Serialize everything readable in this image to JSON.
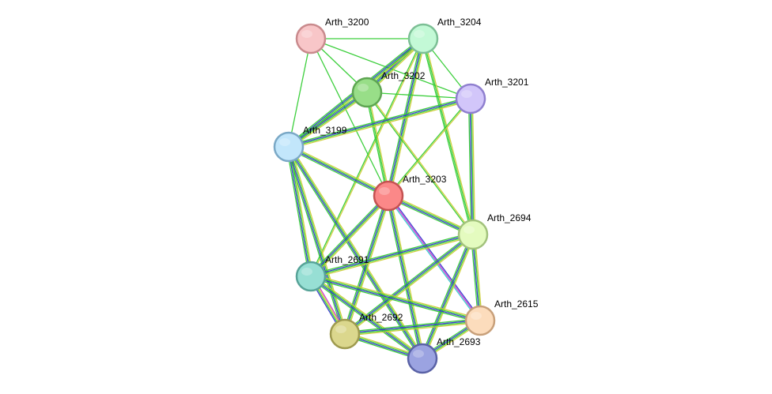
{
  "network": {
    "nodes": [
      {
        "id": "Arth_3200",
        "label": "Arth_3200",
        "fill": "#f8c6c8",
        "stroke": "#c98a8d"
      },
      {
        "id": "Arth_3204",
        "label": "Arth_3204",
        "fill": "#c3f9d6",
        "stroke": "#7cbf95"
      },
      {
        "id": "Arth_3202",
        "label": "Arth_3202",
        "fill": "#98de88",
        "stroke": "#5ea552"
      },
      {
        "id": "Arth_3201",
        "label": "Arth_3201",
        "fill": "#d2c6fa",
        "stroke": "#8f7fcf"
      },
      {
        "id": "Arth_3199",
        "label": "Arth_3199",
        "fill": "#c2e6fb",
        "stroke": "#7aa8c6"
      },
      {
        "id": "Arth_3203",
        "label": "Arth_3203",
        "fill": "#fb8888",
        "stroke": "#c45252"
      },
      {
        "id": "Arth_2694",
        "label": "Arth_2694",
        "fill": "#e4fbbf",
        "stroke": "#a2c27c"
      },
      {
        "id": "Arth_2691",
        "label": "Arth_2691",
        "fill": "#97dfd4",
        "stroke": "#57a398"
      },
      {
        "id": "Arth_2615",
        "label": "Arth_2615",
        "fill": "#fcdcbc",
        "stroke": "#c8a07a"
      },
      {
        "id": "Arth_2692",
        "label": "Arth_2692",
        "fill": "#dbd78d",
        "stroke": "#9e9a4e"
      },
      {
        "id": "Arth_2693",
        "label": "Arth_2693",
        "fill": "#9ba3e1",
        "stroke": "#5a62a6"
      }
    ],
    "edges": [
      {
        "s": "Arth_3200",
        "t": "Arth_3204",
        "colors": [
          "#33cc33"
        ]
      },
      {
        "s": "Arth_3200",
        "t": "Arth_3202",
        "colors": [
          "#33cc33"
        ]
      },
      {
        "s": "Arth_3200",
        "t": "Arth_3201",
        "colors": [
          "#33cc33"
        ]
      },
      {
        "s": "Arth_3200",
        "t": "Arth_3199",
        "colors": [
          "#33cc33"
        ]
      },
      {
        "s": "Arth_3200",
        "t": "Arth_3203",
        "colors": [
          "#33cc33"
        ]
      },
      {
        "s": "Arth_3204",
        "t": "Arth_3202",
        "colors": [
          "#cccc33",
          "#33cc33",
          "#3333cc",
          "#33cc33"
        ]
      },
      {
        "s": "Arth_3204",
        "t": "Arth_3199",
        "colors": [
          "#cccc33",
          "#33cc33",
          "#3333cc",
          "#33cc33"
        ]
      },
      {
        "s": "Arth_3204",
        "t": "Arth_3201",
        "colors": [
          "#33cc33"
        ]
      },
      {
        "s": "Arth_3204",
        "t": "Arth_3203",
        "colors": [
          "#cccc33",
          "#33cc33",
          "#3333cc",
          "#33cc33"
        ]
      },
      {
        "s": "Arth_3204",
        "t": "Arth_2694",
        "colors": [
          "#cccc33",
          "#33cc33",
          "#33cc33"
        ]
      },
      {
        "s": "Arth_3204",
        "t": "Arth_2691",
        "colors": [
          "#cccc33",
          "#33cc33"
        ]
      },
      {
        "s": "Arth_3202",
        "t": "Arth_3201",
        "colors": [
          "#33cc33"
        ]
      },
      {
        "s": "Arth_3202",
        "t": "Arth_3199",
        "colors": [
          "#cccc33",
          "#33cc33",
          "#3333cc",
          "#33cc33"
        ]
      },
      {
        "s": "Arth_3202",
        "t": "Arth_3203",
        "colors": [
          "#cccc33",
          "#33cc33",
          "#33cc33"
        ]
      },
      {
        "s": "Arth_3202",
        "t": "Arth_2694",
        "colors": [
          "#cccc33",
          "#33cc33"
        ]
      },
      {
        "s": "Arth_3201",
        "t": "Arth_3199",
        "colors": [
          "#cccc33",
          "#33cc33",
          "#3333cc",
          "#33cc33"
        ]
      },
      {
        "s": "Arth_3201",
        "t": "Arth_3203",
        "colors": [
          "#cccc33",
          "#33cc33"
        ]
      },
      {
        "s": "Arth_3201",
        "t": "Arth_2694",
        "colors": [
          "#cccc33",
          "#33cc33",
          "#3333cc",
          "#33cc33"
        ]
      },
      {
        "s": "Arth_3199",
        "t": "Arth_3203",
        "colors": [
          "#cccc33",
          "#33cc33",
          "#3333cc",
          "#33cc33"
        ]
      },
      {
        "s": "Arth_3199",
        "t": "Arth_2691",
        "colors": [
          "#cccc33",
          "#33cc33",
          "#3333cc",
          "#33cc33"
        ]
      },
      {
        "s": "Arth_3199",
        "t": "Arth_2692",
        "colors": [
          "#cccc33",
          "#33cc33",
          "#3333cc",
          "#33cc33"
        ]
      },
      {
        "s": "Arth_3199",
        "t": "Arth_2693",
        "colors": [
          "#cccc33",
          "#33cc33",
          "#3333cc",
          "#33cc33"
        ]
      },
      {
        "s": "Arth_3203",
        "t": "Arth_2694",
        "colors": [
          "#cccc33",
          "#33cc33",
          "#3333cc",
          "#33cc33"
        ]
      },
      {
        "s": "Arth_3203",
        "t": "Arth_2691",
        "colors": [
          "#cccc33",
          "#33cc33",
          "#3333cc",
          "#33cc33"
        ]
      },
      {
        "s": "Arth_3203",
        "t": "Arth_2615",
        "colors": [
          "#3333cc",
          "#cc33cc",
          "#33cccc"
        ]
      },
      {
        "s": "Arth_3203",
        "t": "Arth_2692",
        "colors": [
          "#cccc33",
          "#33cc33",
          "#3333cc",
          "#33cc33"
        ]
      },
      {
        "s": "Arth_3203",
        "t": "Arth_2693",
        "colors": [
          "#cccc33",
          "#33cc33",
          "#3333cc",
          "#33cc33"
        ]
      },
      {
        "s": "Arth_2694",
        "t": "Arth_2691",
        "colors": [
          "#cccc33",
          "#33cc33",
          "#3333cc",
          "#33cc33"
        ]
      },
      {
        "s": "Arth_2694",
        "t": "Arth_2615",
        "colors": [
          "#cccc33",
          "#33cc33",
          "#3333cc",
          "#33cc33"
        ]
      },
      {
        "s": "Arth_2694",
        "t": "Arth_2692",
        "colors": [
          "#cccc33",
          "#33cc33",
          "#3333cc",
          "#33cc33"
        ]
      },
      {
        "s": "Arth_2694",
        "t": "Arth_2693",
        "colors": [
          "#cccc33",
          "#33cc33",
          "#3333cc",
          "#33cc33"
        ]
      },
      {
        "s": "Arth_2691",
        "t": "Arth_2615",
        "colors": [
          "#cccc33",
          "#33cc33",
          "#3333cc",
          "#33cc33"
        ]
      },
      {
        "s": "Arth_2691",
        "t": "Arth_2692",
        "colors": [
          "#cc33cc",
          "#cccc33",
          "#33cc33",
          "#3333cc"
        ]
      },
      {
        "s": "Arth_2691",
        "t": "Arth_2693",
        "colors": [
          "#cccc33",
          "#33cc33",
          "#3333cc",
          "#33cc33"
        ]
      },
      {
        "s": "Arth_2615",
        "t": "Arth_2692",
        "colors": [
          "#cccc33",
          "#33cc33",
          "#3333cc",
          "#33cc33"
        ]
      },
      {
        "s": "Arth_2615",
        "t": "Arth_2693",
        "colors": [
          "#cccc33",
          "#33cc33",
          "#3333cc",
          "#33cc33"
        ]
      },
      {
        "s": "Arth_2692",
        "t": "Arth_2693",
        "colors": [
          "#cccc33",
          "#33cc33",
          "#3333cc",
          "#33cc33"
        ]
      }
    ]
  }
}
